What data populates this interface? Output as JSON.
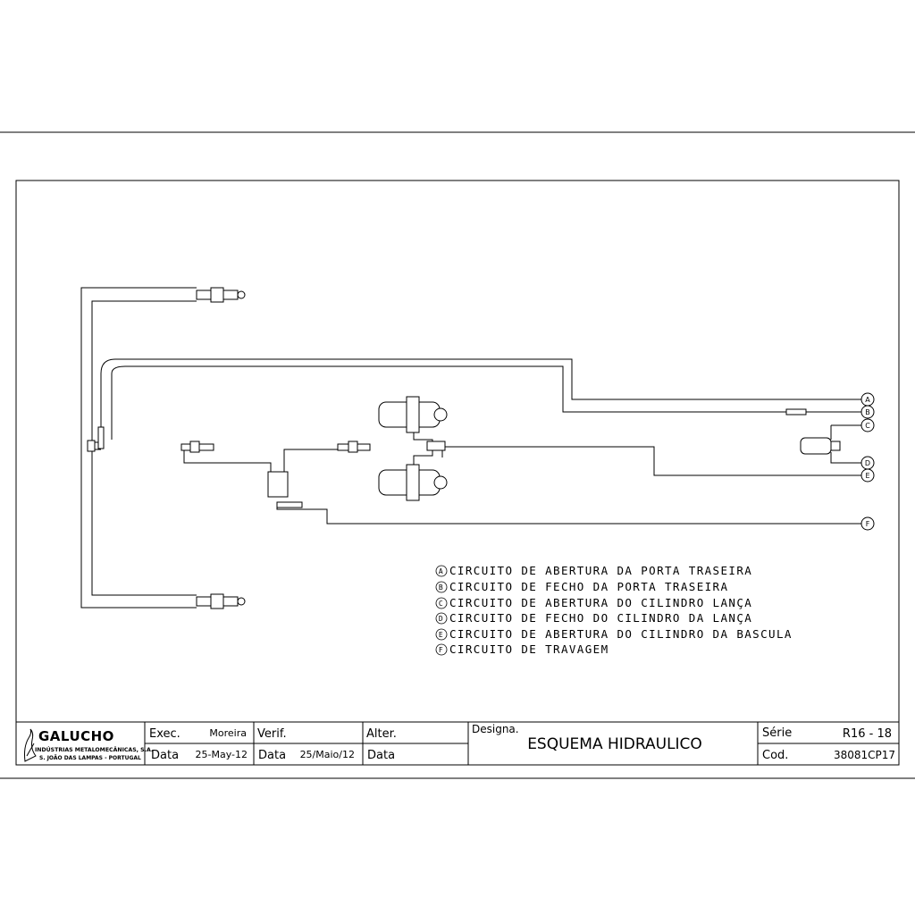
{
  "terminals": [
    "A",
    "B",
    "C",
    "D",
    "E",
    "F"
  ],
  "legend": [
    {
      "letter": "A",
      "text": "CIRCUITO DE ABERTURA DA PORTA TRASEIRA"
    },
    {
      "letter": "B",
      "text": "CIRCUITO DE FECHO DA PORTA TRASEIRA"
    },
    {
      "letter": "C",
      "text": "CIRCUITO DE ABERTURA DO CILINDRO LANÇA"
    },
    {
      "letter": "D",
      "text": "CIRCUITO DE FECHO DO CILINDRO DA LANÇA"
    },
    {
      "letter": "E",
      "text": "CIRCUITO DE ABERTURA DO CILINDRO DA BASCULA"
    },
    {
      "letter": "F",
      "text": "CIRCUITO DE TRAVAGEM"
    }
  ],
  "title_block": {
    "company": "GALUCHO",
    "company_line1": "INDÚSTRIAS METALOMECÂNICAS, S.A.",
    "company_line2": "S. JOÃO DAS LAMPAS - PORTUGAL",
    "exec_label": "Exec.",
    "exec_value": "Moreira",
    "verif_label": "Verif.",
    "verif_value": "",
    "alter_label": "Alter.",
    "alter_value": "",
    "data_label": "Data",
    "exec_date": "25-May-12",
    "verif_date": "25/Maio/12",
    "alter_date": "",
    "designa_label": "Designa.",
    "designation": "ESQUEMA HIDRAULICO",
    "serie_label": "Série",
    "serie_value": "R16 - 18",
    "cod_label": "Cod.",
    "cod_value": "38081CP17"
  }
}
